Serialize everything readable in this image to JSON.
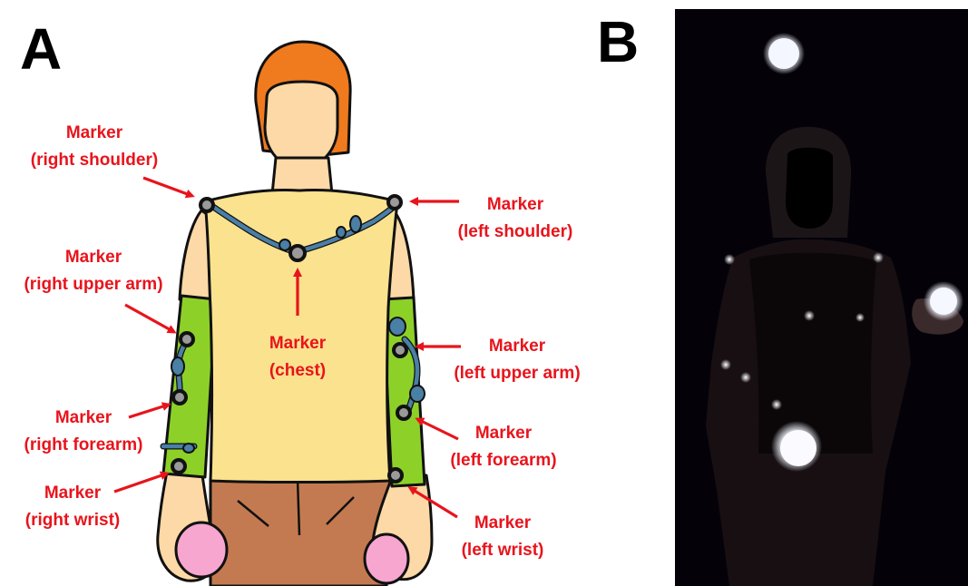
{
  "panels": {
    "a_label": "A",
    "b_label": "B"
  },
  "colors": {
    "label_red": "#e8141c",
    "skin": "#fcd9a6",
    "hair": "#f07a1e",
    "shirt": "#fbe28e",
    "sleeve": "#8dd128",
    "pants": "#c47a50",
    "ball": "#f6a6cf",
    "cable": "#4a7fa6",
    "photo_bg": "#040208"
  },
  "markers": {
    "right_shoulder": {
      "line1": "Marker",
      "line2": "(right shoulder)"
    },
    "left_shoulder": {
      "line1": "Marker",
      "line2": "(left shoulder)"
    },
    "right_upper_arm": {
      "line1": "Marker",
      "line2": "(right upper arm)"
    },
    "chest": {
      "line1": "Marker",
      "line2": "(chest)"
    },
    "left_upper_arm": {
      "line1": "Marker",
      "line2": "(left upper arm)"
    },
    "right_forearm": {
      "line1": "Marker",
      "line2": "(right forearm)"
    },
    "left_forearm": {
      "line1": "Marker",
      "line2": "(left forearm)"
    },
    "right_wrist": {
      "line1": "Marker",
      "line2": "(right wrist)"
    },
    "left_wrist": {
      "line1": "Marker",
      "line2": "(left wrist)"
    }
  }
}
